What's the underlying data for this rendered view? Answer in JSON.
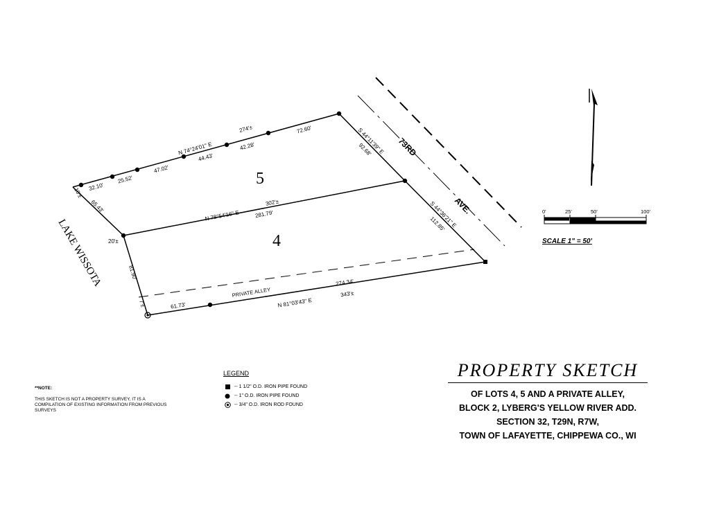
{
  "lots": {
    "lot5": "5",
    "lot4": "4"
  },
  "north_boundary": {
    "bearing": "N 74°24'01\" E",
    "total": "274'±",
    "segments": [
      "32.10'",
      "25.52'",
      "47.02'",
      "44.43'",
      "42.28'",
      "72.60'"
    ]
  },
  "middle_line": {
    "bearing": "N 78°54'16\" E",
    "total": "302'±",
    "distance": "281.79'"
  },
  "south_boundary": {
    "bearing": "N 81°03'43\" E",
    "total": "343'±",
    "distance": "274.34'",
    "segment": "61.73'"
  },
  "east_boundary": {
    "upper_bearing": "S 44°11'39\" E",
    "upper_distance": "92.68'",
    "lower_bearing": "S 44°36'21\" E",
    "lower_distance": "112.85'"
  },
  "west_boundary": {
    "top": "10'±",
    "upper": "65.43'",
    "mid": "20'±",
    "lower": "81.90'",
    "bottom": "7'±"
  },
  "alley_label": "PRIVATE   ALLEY",
  "lake_label": "LAKE   WISSOTA",
  "road": {
    "part1": "73RD",
    "part2": "AVE."
  },
  "scale_bar": {
    "ticks": [
      "0'",
      "25'",
      "50'",
      "100'"
    ],
    "text": "SCALE 1\" = 50'"
  },
  "legend": {
    "title": "LEGEND",
    "items": [
      {
        "icon": "square-marker",
        "text": "-- 1 1/2\" O.D. IRON PIPE FOUND"
      },
      {
        "icon": "dot-marker",
        "text": "-- 1\" O.D. IRON PIPE FOUND"
      },
      {
        "icon": "ring-marker",
        "text": "-- 3/4\" O.D. IRON ROD FOUND"
      }
    ]
  },
  "note": {
    "title": "**NOTE:",
    "body": "THIS SKETCH IS NOT A PROPERTY SURVEY, IT IS A COMPILATION OF EXISTING INFORMATION FROM PREVIOUS SURVEYS"
  },
  "title_block": {
    "title": "PROPERTY SKETCH",
    "lines": [
      "OF LOTS 4, 5 AND A PRIVATE ALLEY,",
      "BLOCK 2, LYBERG'S YELLOW RIVER ADD.",
      "SECTION 32, T29N, R7W,",
      "TOWN OF LAFAYETTE, CHIPPEWA CO., WI"
    ]
  }
}
